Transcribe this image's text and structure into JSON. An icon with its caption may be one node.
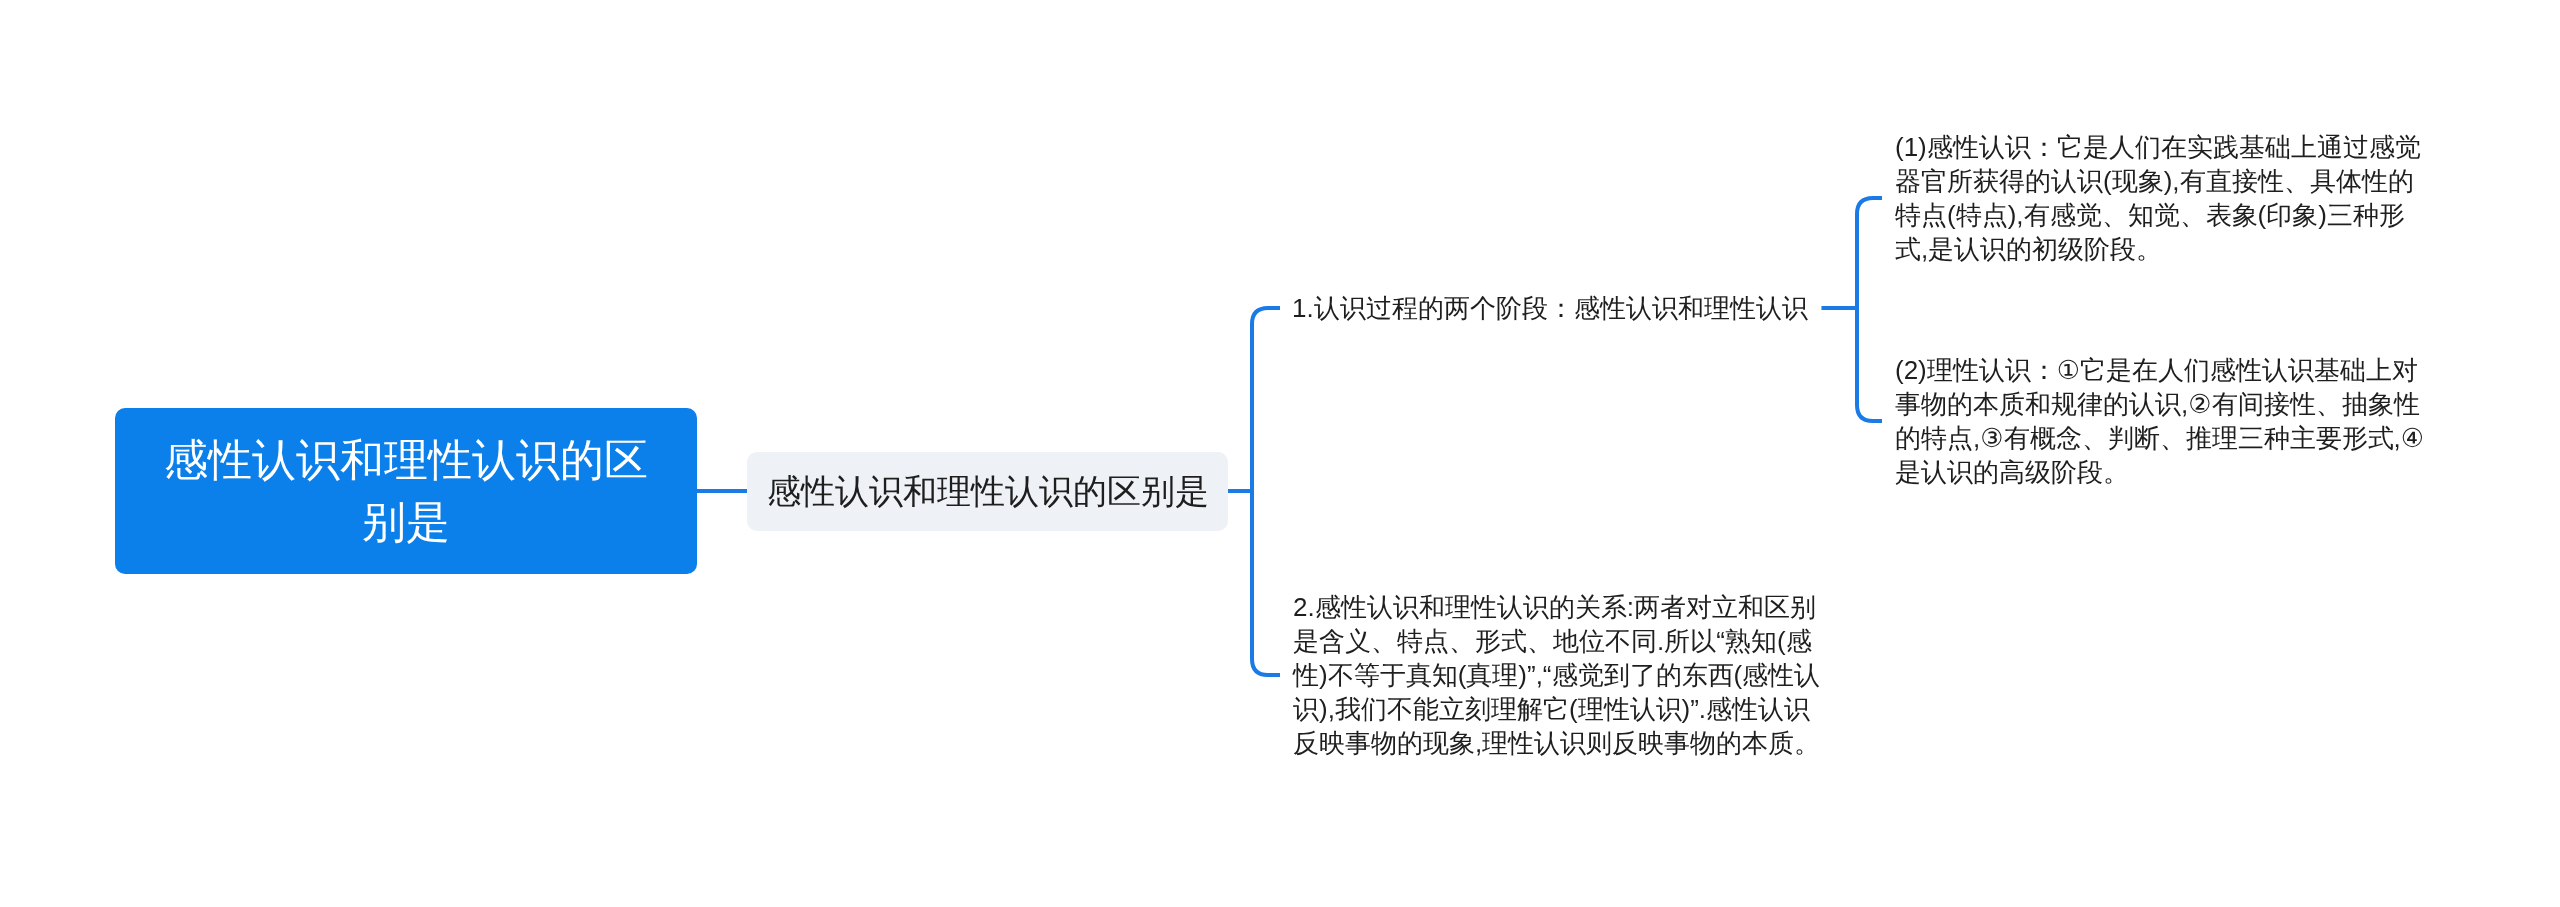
{
  "diagram": {
    "nodes": [
      {
        "text": [
          "感性认识和理性认识的区别是"
        ]
      },
      {
        "text": [
          "感性认识和理性认识的区别是"
        ]
      },
      {
        "text": [
          "1.认识过程的两个阶段：感性认识和理性认识"
        ]
      },
      {
        "text": [
          "(1)感性认识：它是人们在实践基础上通过感觉器官所获得的认识(现象),有直接性、具体性的特点(特点),有感觉、知觉、表象(印象)三种形式,是认识的初级阶段。"
        ]
      },
      {
        "text": [
          "(2)理性认识：①它是在人们感性认识基础上对事物的本质和规律的认识,②有间接性、抽象性的特点,③有概念、判断、推理三种主要形式,④是认识的高级阶段。"
        ]
      },
      {
        "text": [
          "2.感性认识和理性认识的关系:两者对立和区别是含义、特点、形式、地位不同.所以“熟知(感性)不等于真知(真理)”,“感觉到了的东西(感性认识),我们不能立刻理解它(理性认识)”.感性认识反映事物的现象,理性认识则反映事物的本质。"
        ]
      }
    ],
    "edges": [
      {
        "from": 0,
        "to": 1,
        "arrow": "none"
      },
      {
        "from": 1,
        "to": 2,
        "arrow": "none"
      },
      {
        "from": 1,
        "to": 5,
        "arrow": "none"
      },
      {
        "from": 2,
        "to": 3,
        "arrow": "none"
      },
      {
        "from": 2,
        "to": 4,
        "arrow": "none"
      }
    ]
  }
}
